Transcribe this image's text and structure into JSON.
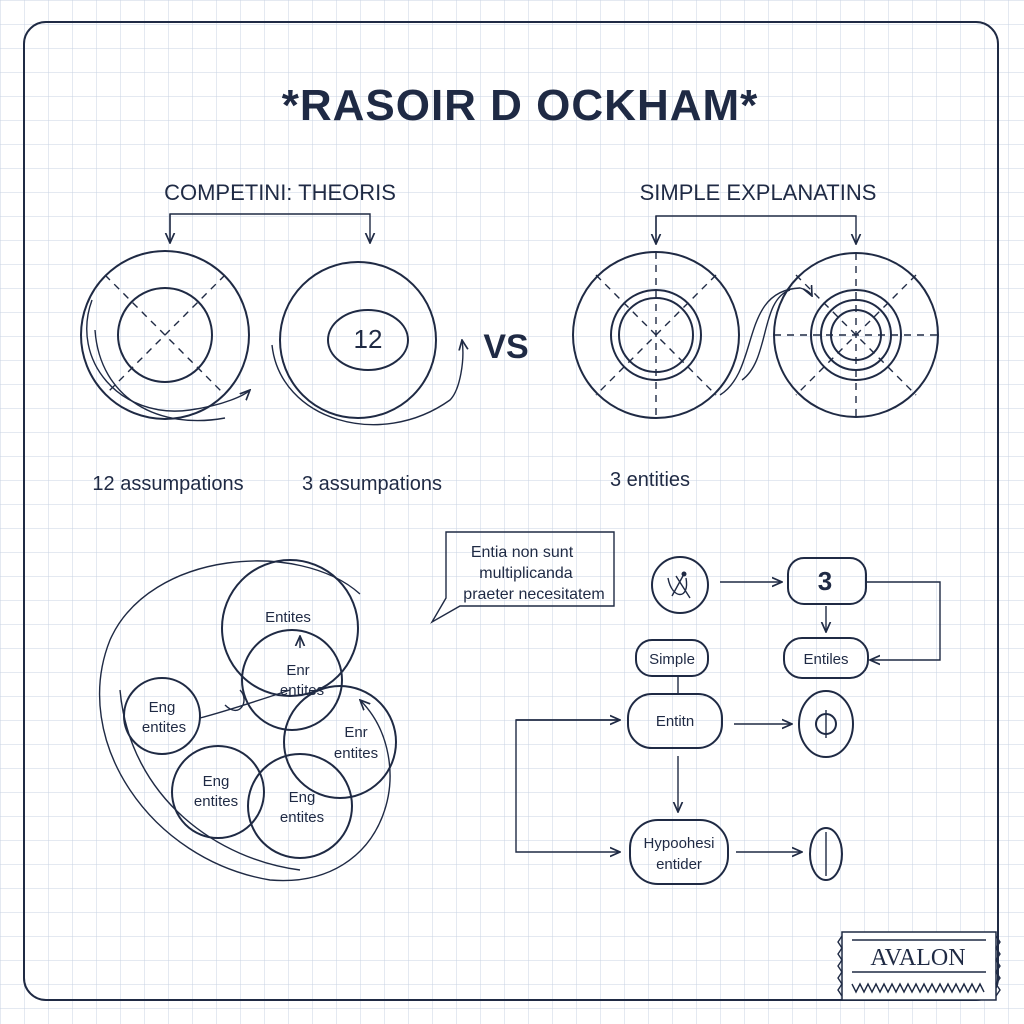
{
  "title": "*RASOIR D OCKHAM*",
  "left_panel": {
    "heading": "COMPETINI: THEORIS",
    "circle_number": "12",
    "caption_left": "12 assumpations",
    "caption_right": "3 assumpations"
  },
  "vs_label": "VS",
  "right_panel": {
    "heading": "SIMPLE EXPLANATINS",
    "caption": "3 entities"
  },
  "quote": {
    "line1": "Entia non sunt",
    "line2": "multiplicanda",
    "line3": "praeter necesitatem"
  },
  "cluster": {
    "top": "Entites",
    "center_line1": "Enr",
    "center_line2": "entites",
    "left_line1": "Eng",
    "left_line2": "entites",
    "right_line1": "Enr",
    "right_line2": "entites",
    "bottom_left_line1": "Eng",
    "bottom_left_line2": "entites",
    "bottom_right_line1": "Eng",
    "bottom_right_line2": "entites"
  },
  "flow": {
    "count_box": "3",
    "entities_box": "Entiles",
    "simple_box": "Simple",
    "entity_box": "Entitn",
    "hypothesis_line1": "Hypoohesi",
    "hypothesis_line2": "entider"
  },
  "stamp": "AVALON",
  "colors": {
    "ink": "#1f2a44",
    "grid": "#c9d3e3",
    "background": "#ffffff"
  }
}
